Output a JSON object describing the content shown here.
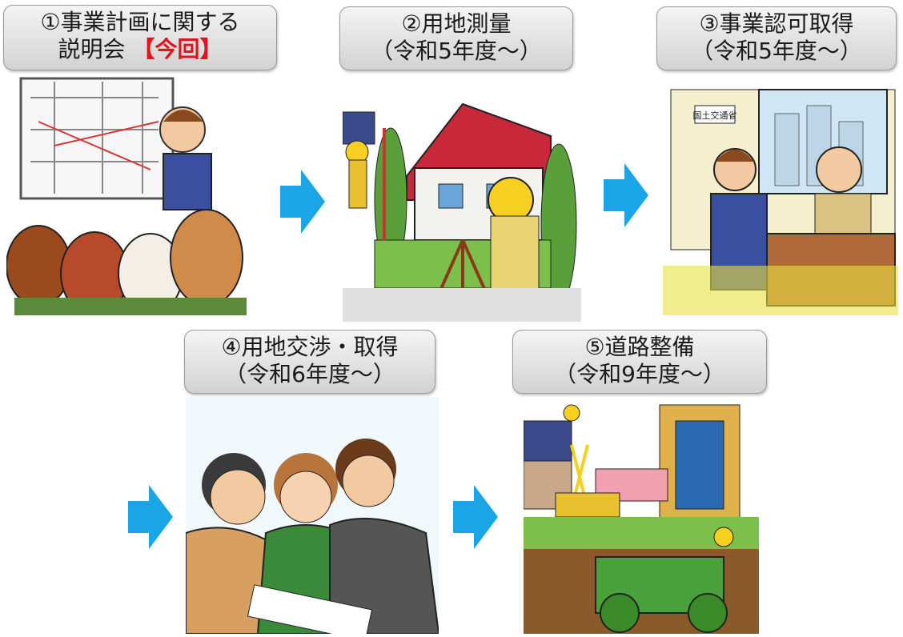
{
  "steps": [
    {
      "label_line1": "①事業計画に関する",
      "label_line2_text": "説明会",
      "label_line2_highlight": "【今回】",
      "illustration": "briefing-meeting-illustration"
    },
    {
      "label_line1": "②用地測量",
      "label_line2": "（令和5年度～）",
      "illustration": "land-survey-illustration"
    },
    {
      "label_line1": "③事業認可取得",
      "label_line2": "（令和5年度～）",
      "illustration": "project-approval-illustration",
      "sign_text": "国土交通省"
    },
    {
      "label_line1": "④用地交渉・取得",
      "label_line2": "（令和6年度～）",
      "illustration": "land-negotiation-illustration"
    },
    {
      "label_line1": "⑤道路整備",
      "label_line2": "（令和9年度～）",
      "illustration": "road-construction-illustration"
    }
  ],
  "colors": {
    "arrow": "#1aa6e6",
    "highlight": "#e8101a",
    "label_bg_top": "#f4f4f4",
    "label_bg_bottom": "#d2d2d2"
  },
  "arrow_icon": "right-arrow-icon"
}
